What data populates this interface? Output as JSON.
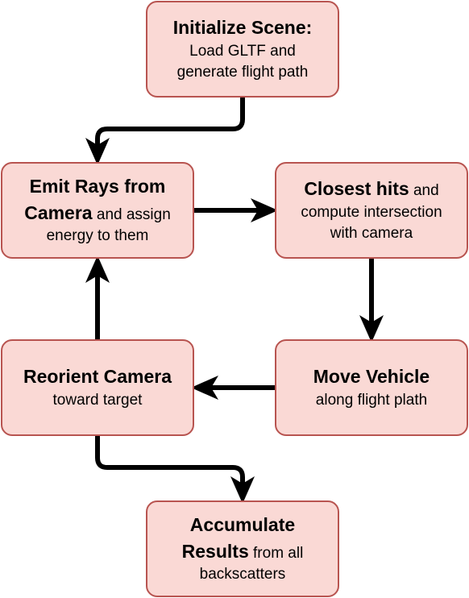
{
  "diagram": {
    "colors": {
      "node_fill": "#fad9d5",
      "node_border": "#b85450",
      "arrow": "#000000"
    },
    "nodes": {
      "init": {
        "bold": "Initialize Scene:",
        "line2": "Load GLTF and",
        "line3": "generate flight path"
      },
      "emit": {
        "bold1": "Emit Rays from",
        "bold2": "Camera",
        "rest2": " and assign",
        "line3": "energy to them"
      },
      "closest": {
        "bold": "Closest hits",
        "rest1": " and",
        "line2": "compute intersection",
        "line3": "with camera"
      },
      "reorient": {
        "bold": "Reorient Camera",
        "line2": "toward target"
      },
      "move": {
        "bold": "Move Vehicle",
        "line2": "along flight plath"
      },
      "accumulate": {
        "bold1": "Accumulate",
        "bold2": "Results",
        "rest2": " from all",
        "line3": "backscatters"
      }
    },
    "edges": [
      {
        "from": "init",
        "to": "emit"
      },
      {
        "from": "emit",
        "to": "closest"
      },
      {
        "from": "closest",
        "to": "move"
      },
      {
        "from": "move",
        "to": "reorient"
      },
      {
        "from": "reorient",
        "to": "emit"
      },
      {
        "from": "reorient",
        "to": "accumulate"
      }
    ]
  }
}
